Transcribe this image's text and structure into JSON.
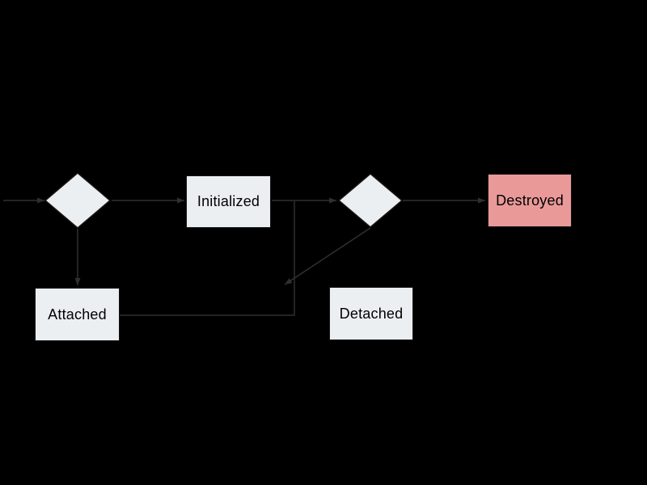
{
  "diagram": {
    "background_color": "#000000",
    "connector_color": "#303030",
    "node_text_color": "#000000",
    "nodes": {
      "initialized": {
        "label": "Initialized",
        "fill": "#eceff1"
      },
      "attached": {
        "label": "Attached",
        "fill": "#eceff1"
      },
      "detached": {
        "label": "Detached",
        "fill": "#eceff1"
      },
      "destroyed": {
        "label": "Destroyed",
        "fill": "#ea9999"
      }
    },
    "decisions": {
      "left": {
        "shape": "diamond",
        "fill": "#eceff1"
      },
      "right": {
        "shape": "diamond",
        "fill": "#eceff1"
      }
    },
    "edges": [
      {
        "from": "offscreen-left",
        "to": "decision-left",
        "arrow": true
      },
      {
        "from": "decision-left",
        "to": "initialized",
        "arrow": true
      },
      {
        "from": "decision-left",
        "to": "attached",
        "arrow": true
      },
      {
        "from": "initialized",
        "to": "decision-right",
        "arrow": true
      },
      {
        "from": "attached",
        "to": "decision-right",
        "arrow": false
      },
      {
        "from": "decision-right",
        "to": "destroyed",
        "arrow": true
      },
      {
        "from": "decision-right",
        "to": "detached",
        "arrow": true
      }
    ]
  }
}
